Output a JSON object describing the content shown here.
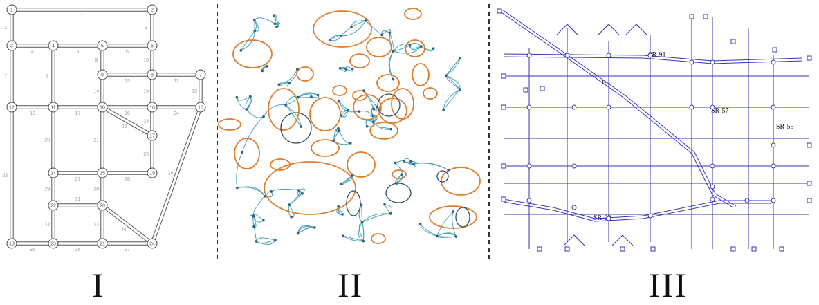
{
  "panels": [
    {
      "id": "I",
      "label": "I"
    },
    {
      "id": "II",
      "label": "II"
    },
    {
      "id": "III",
      "label": "III"
    }
  ],
  "highway_labels": [
    {
      "text": "SR-91"
    },
    {
      "text": "I-5"
    },
    {
      "text": "SR-57"
    },
    {
      "text": "SR-55"
    },
    {
      "text": "SR-22"
    }
  ],
  "colors": {
    "network_I": "#555555",
    "network_II_links": "#4aa3b8",
    "network_II_clusters": "#e07b2a",
    "network_II_dark": "#2f4f5f",
    "network_III": "#3333bb",
    "divider": "#333333"
  }
}
